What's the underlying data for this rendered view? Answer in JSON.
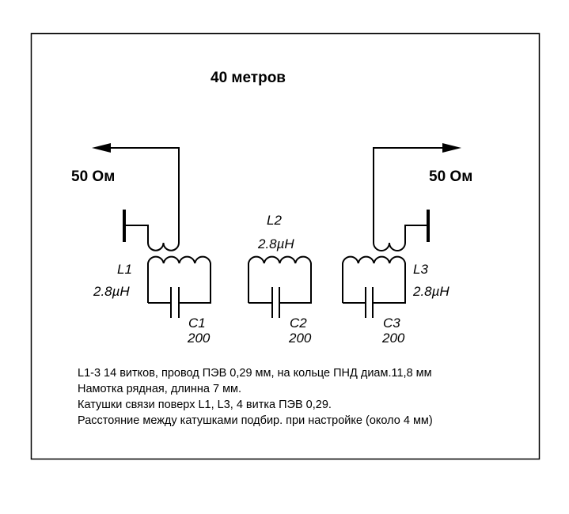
{
  "title": "40 метров",
  "port_left": "50 Ом",
  "port_right": "50 Ом",
  "components": {
    "L1": {
      "name": "L1",
      "value": "2.8µH"
    },
    "L2": {
      "name": "L2",
      "value": "2.8µH"
    },
    "L3": {
      "name": "L3",
      "value": "2.8µH"
    },
    "C1": {
      "name": "C1",
      "value": "200"
    },
    "C2": {
      "name": "C2",
      "value": "200"
    },
    "C3": {
      "name": "C3",
      "value": "200"
    }
  },
  "notes": [
    "L1-3 14 витков, провод ПЭВ 0,29 мм, на кольце ПНД диам.11,8 мм",
    "Намотка рядная, длинна 7 мм.",
    "Катушки связи поверх L1, L3, 4 витка ПЭВ 0,29.",
    "Расстояние между катушками подбир. при настройке (около 4 мм)"
  ]
}
